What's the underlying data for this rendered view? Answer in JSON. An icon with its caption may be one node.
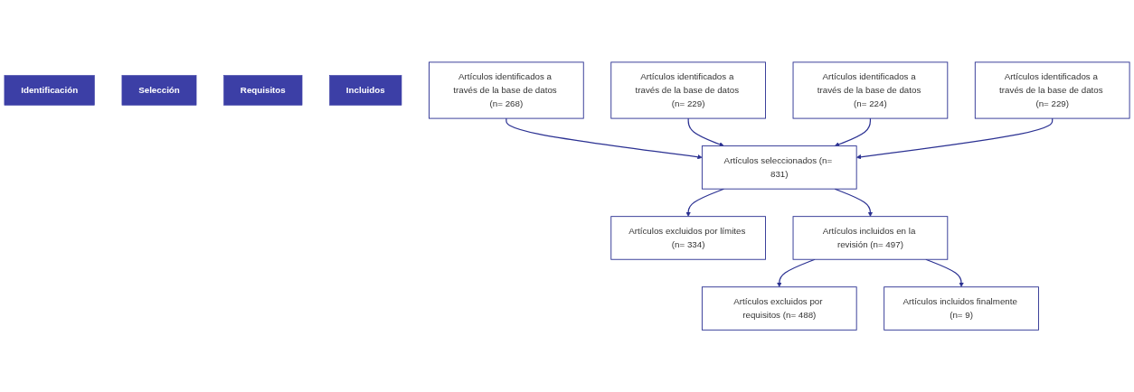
{
  "diagram": {
    "nodes": [
      {
        "text": [
          "Identificación"
        ]
      },
      {
        "text": [
          "Selección"
        ]
      },
      {
        "text": [
          "Requisitos"
        ]
      },
      {
        "text": [
          "Incluidos"
        ]
      },
      {
        "text": [
          "Artículos identificados a través de la base de datos (n= 268)"
        ]
      },
      {
        "text": [
          "Artículos identificados a través de la base de datos (n= 229)"
        ]
      },
      {
        "text": [
          "Artículos identificados a través de la base de datos (n= 224)"
        ]
      },
      {
        "text": [
          "Artículos identificados a través de la base de datos (n= 229)"
        ]
      },
      {
        "text": [
          "Artículos seleccionados (n= 831)"
        ]
      },
      {
        "text": [
          "Artículos excluidos por límites (n= 334)"
        ]
      },
      {
        "text": [
          "Artículos incluidos en la revisión (n= 497)"
        ]
      },
      {
        "text": [
          "Artículos excluidos por requisitos (n= 488)"
        ]
      },
      {
        "text": [
          "Artículos incluidos finalmente (n= 9)"
        ]
      }
    ],
    "edges": [
      {
        "from": 4,
        "to": 8,
        "arrow": "to"
      },
      {
        "from": 5,
        "to": 8,
        "arrow": "to"
      },
      {
        "from": 6,
        "to": 8,
        "arrow": "to"
      },
      {
        "from": 7,
        "to": 8,
        "arrow": "to"
      },
      {
        "from": 8,
        "to": 9,
        "arrow": "to"
      },
      {
        "from": 8,
        "to": 10,
        "arrow": "to"
      },
      {
        "from": 10,
        "to": 11,
        "arrow": "to"
      },
      {
        "from": 10,
        "to": 12,
        "arrow": "to"
      }
    ]
  }
}
